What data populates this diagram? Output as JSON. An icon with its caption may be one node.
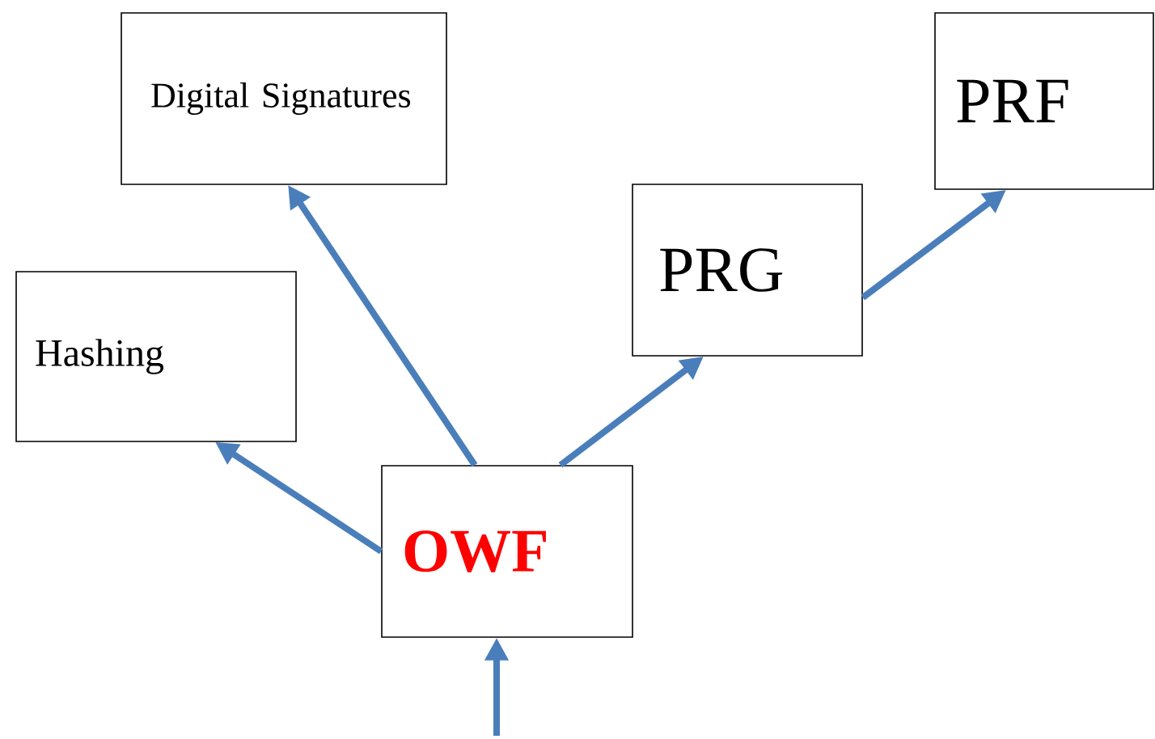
{
  "diagram": {
    "nodes": [
      {
        "text": [
          "Digital Signatures"
        ]
      },
      {
        "text": [
          "PRF"
        ]
      },
      {
        "text": [
          "Hashing"
        ]
      },
      {
        "text": [
          "PRG"
        ]
      },
      {
        "text": [
          "OWF"
        ]
      }
    ],
    "edges": [
      {
        "from": 4,
        "to": 2,
        "arrow": "to"
      },
      {
        "from": 4,
        "to": 0,
        "arrow": "to"
      },
      {
        "from": 4,
        "to": 3,
        "arrow": "to"
      },
      {
        "from": 3,
        "to": 1,
        "arrow": "to"
      },
      {
        "from": null,
        "to": 4,
        "arrow": "to"
      }
    ]
  }
}
